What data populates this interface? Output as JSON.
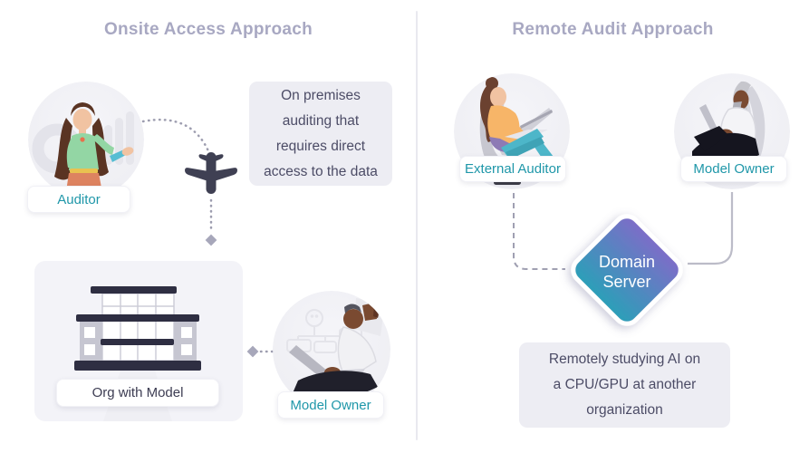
{
  "left": {
    "title": "Onsite Access Approach",
    "auditor_label": "Auditor",
    "note": "On premises\nauditing that\nrequires direct\naccess to the data",
    "org_label": "Org with Model",
    "model_owner_label": "Model Owner"
  },
  "right": {
    "title": "Remote Audit Approach",
    "external_auditor_label": "External Auditor",
    "model_owner_label": "Model Owner",
    "domain_server_line1": "Domain",
    "domain_server_line2": "Server",
    "note": "Remotely studying AI on\na CPU/GPU at another\norganization"
  },
  "icons": {
    "airplane": "airplane-icon",
    "diamond_marker": "diamond-marker-icon",
    "building": "building-icon",
    "domain_server_diamond": "domain-server-diamond"
  },
  "colors": {
    "title_gray": "#a8a8c2",
    "label_teal": "#1f97a9",
    "note_bg": "#ededf3",
    "note_text": "#4c4c66",
    "org_label_text": "#3c3c52",
    "airplane": "#3f4053",
    "connector_dotted": "#9d9daf",
    "connector_dashed": "#a0a0b2",
    "connector_solid": "#bcbcc8",
    "diamond_gradient_top": "#7e6cc8",
    "diamond_gradient_bottom": "#2aa0b8",
    "building_dark": "#2e2e42",
    "circle_bg": "#f2f2f6"
  }
}
